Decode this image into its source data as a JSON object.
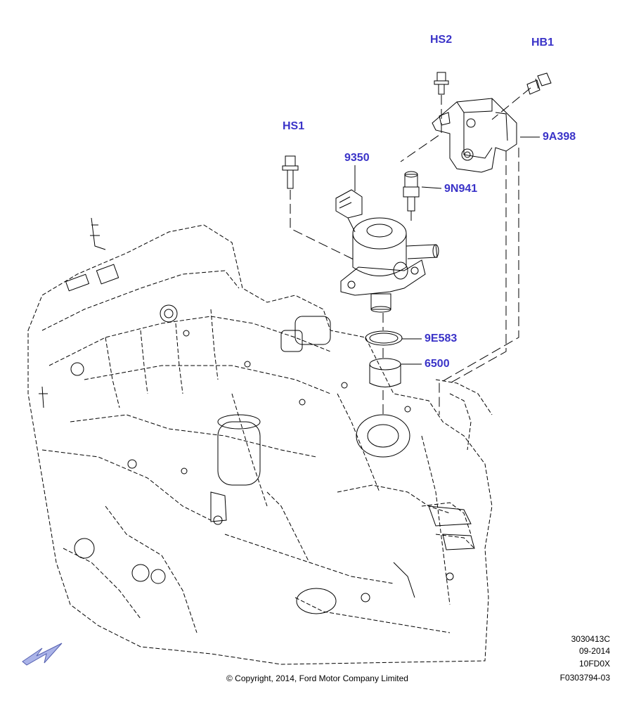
{
  "callouts": {
    "hs2": "HS2",
    "hb1": "HB1",
    "hs1": "HS1",
    "p9350": "9350",
    "p9a398": "9A398",
    "p9n941": "9N941",
    "p9e583": "9E583",
    "p6500": "6500"
  },
  "footer": {
    "code": "3030413C",
    "date": "09-2014",
    "model": "10FD0X",
    "figure": "F0303794-03",
    "copyright": "© Copyright, 2014, Ford Motor Company Limited"
  },
  "colors": {
    "callout": "#3a33c8",
    "line": "#000000",
    "arrow": "#aab3e8"
  },
  "icons": {
    "orientation": "arrow-down-left-icon"
  }
}
